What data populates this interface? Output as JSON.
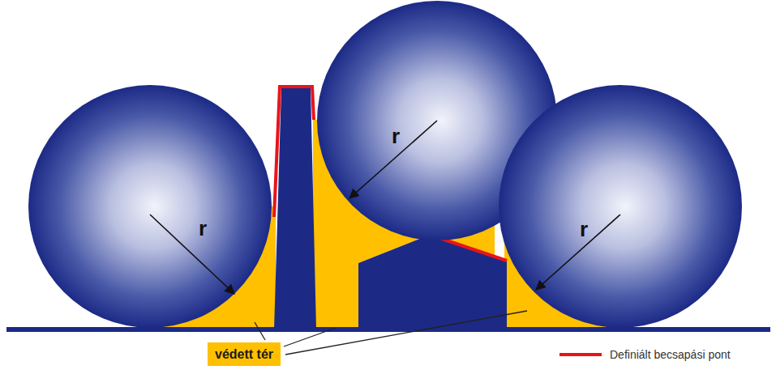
{
  "diagram": {
    "nodes": [
      {
        "text": [
          "r"
        ]
      },
      {
        "text": [
          "r"
        ]
      },
      {
        "text": [
          "r"
        ]
      },
      {
        "text": [
          "védett tér"
        ]
      }
    ],
    "legend": [
      {
        "text": "Definiált becsapási pont"
      }
    ]
  }
}
